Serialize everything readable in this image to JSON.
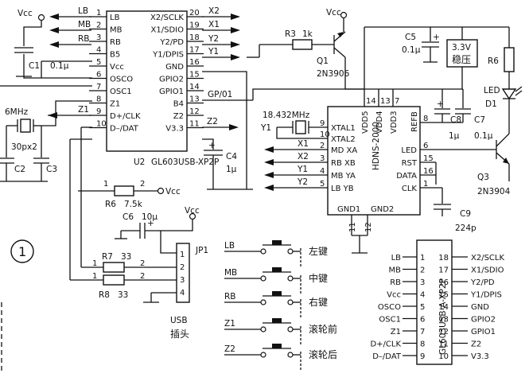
{
  "u2": {
    "ref": "U2",
    "part": "GL603USB-XP2P",
    "pins": [
      {
        "n": "1",
        "name": "LB",
        "net": "LB"
      },
      {
        "n": "2",
        "name": "MB",
        "net": "MB"
      },
      {
        "n": "3",
        "name": "RB",
        "net": "RB"
      },
      {
        "n": "4",
        "name": "B5",
        "net": ""
      },
      {
        "n": "5",
        "name": "Vcc",
        "net": ""
      },
      {
        "n": "6",
        "name": "OSCO",
        "net": ""
      },
      {
        "n": "7",
        "name": "OSC1",
        "net": ""
      },
      {
        "n": "8",
        "name": "Z1",
        "net": "Z1"
      },
      {
        "n": "9",
        "name": "D+/CLK",
        "net": ""
      },
      {
        "n": "10",
        "name": "D–/DAT",
        "net": ""
      },
      {
        "n": "20",
        "name": "X2/SCLK",
        "net": "X2"
      },
      {
        "n": "19",
        "name": "X1/SDIO",
        "net": "X1"
      },
      {
        "n": "18",
        "name": "Y2/PD",
        "net": "Y2"
      },
      {
        "n": "17",
        "name": "Y1/DPIS",
        "net": "Y1"
      },
      {
        "n": "16",
        "name": "GND",
        "net": ""
      },
      {
        "n": "15",
        "name": "GPIO2",
        "net": ""
      },
      {
        "n": "14",
        "name": "GPIO1",
        "net": ""
      },
      {
        "n": "13",
        "name": "B4",
        "net": "GP/01"
      },
      {
        "n": "12",
        "name": "Z2",
        "net": "Z2"
      },
      {
        "n": "11",
        "name": "V3.3",
        "net": ""
      }
    ]
  },
  "hdns": {
    "part": "HDNS-2000",
    "left_pins": [
      {
        "n": "9",
        "name": "XTAL1",
        "net": ""
      },
      {
        "n": "10",
        "name": "XTAL2",
        "net": ""
      },
      {
        "n": "2",
        "name": "MD XA",
        "net": "X1"
      },
      {
        "n": "3",
        "name": "RB XB",
        "net": "X2"
      },
      {
        "n": "4",
        "name": "MB YA",
        "net": "Y1"
      },
      {
        "n": "5",
        "name": "LB YB",
        "net": "Y2"
      }
    ],
    "top_pins": [
      {
        "n": "14",
        "name": "VDD5"
      },
      {
        "n": "13",
        "name": "VDD4"
      },
      {
        "n": "7",
        "name": "VDD3"
      }
    ],
    "right_pins": [
      {
        "n": "8",
        "name": "REFB"
      },
      {
        "n": "6",
        "name": "LED"
      },
      {
        "n": "15",
        "name": "RST"
      },
      {
        "n": "16",
        "name": "DATA"
      },
      {
        "n": "1",
        "name": "CLK"
      }
    ],
    "bottom_pins": [
      {
        "n": "11",
        "name": "GND1"
      },
      {
        "n": "12",
        "name": "GND2"
      }
    ]
  },
  "components": {
    "c1": {
      "ref": "C1",
      "value": "0.1μ"
    },
    "c2": {
      "ref": "C2"
    },
    "c3": {
      "ref": "C3"
    },
    "cap_pair": "30px2",
    "xtal1": "6MHz",
    "xtal2": "18.432MHz",
    "y1": "Y1",
    "c4": {
      "ref": "C4",
      "value": "1μ"
    },
    "r3": {
      "ref": "R3",
      "value": "1k"
    },
    "q1": {
      "ref": "Q1",
      "part": "2N3906"
    },
    "c5": {
      "ref": "C5",
      "value": "0.1μ"
    },
    "reg": {
      "line1": "3.3V",
      "line2": "稳压"
    },
    "r6a": "R6",
    "led": {
      "line1": "LED",
      "line2": "D1"
    },
    "c8": {
      "ref": "C8",
      "value": "1μ"
    },
    "c7": {
      "ref": "C7",
      "value": "0.1μ"
    },
    "q3": {
      "ref": "Q3",
      "part": "2N3904"
    },
    "c9": {
      "ref": "C9",
      "value": "224p"
    },
    "r6b": {
      "ref": "R6",
      "value": "7.5k"
    },
    "c6": {
      "ref": "C6",
      "value": "10μ"
    },
    "r7": {
      "ref": "R7",
      "value": "33"
    },
    "r8": {
      "ref": "R8",
      "value": "33"
    },
    "jp1": {
      "ref": "JP1",
      "pins": [
        "1",
        "2",
        "3",
        "4"
      ],
      "caption1": "USB",
      "caption2": "插头"
    },
    "vcc": "Vcc",
    "gp01": "GP/01",
    "res_pins": {
      "a": "1",
      "b": "2"
    }
  },
  "figure_marker": "1",
  "buttons": [
    {
      "net": "LB",
      "label": "左键"
    },
    {
      "net": "MB",
      "label": "中键"
    },
    {
      "net": "RB",
      "label": "右键"
    },
    {
      "net": "Z1",
      "label": "滚轮前"
    },
    {
      "net": "Z2",
      "label": "滚轮后"
    }
  ],
  "pinout": {
    "part": "GL603USB-A-XP2P",
    "left": [
      {
        "name": "LB",
        "n": "1"
      },
      {
        "name": "MB",
        "n": "2"
      },
      {
        "name": "RB",
        "n": "3"
      },
      {
        "name": "Vcc",
        "n": "4"
      },
      {
        "name": "OSCO",
        "n": "5"
      },
      {
        "name": "OSC1",
        "n": "6"
      },
      {
        "name": "Z1",
        "n": "7"
      },
      {
        "name": "D+/CLK",
        "n": "8"
      },
      {
        "name": "D–/DAT",
        "n": "9"
      }
    ],
    "right": [
      {
        "name": "X2/SCLK",
        "n": "18"
      },
      {
        "name": "X1/SDIO",
        "n": "17"
      },
      {
        "name": "Y2/PD",
        "n": "16"
      },
      {
        "name": "Y1/DPIS",
        "n": "15"
      },
      {
        "name": "GND",
        "n": "14"
      },
      {
        "name": "GPIO2",
        "n": "13"
      },
      {
        "name": "GPIO1",
        "n": "12"
      },
      {
        "name": "Z2",
        "n": "11"
      },
      {
        "name": "V3.3",
        "n": "10"
      }
    ]
  }
}
